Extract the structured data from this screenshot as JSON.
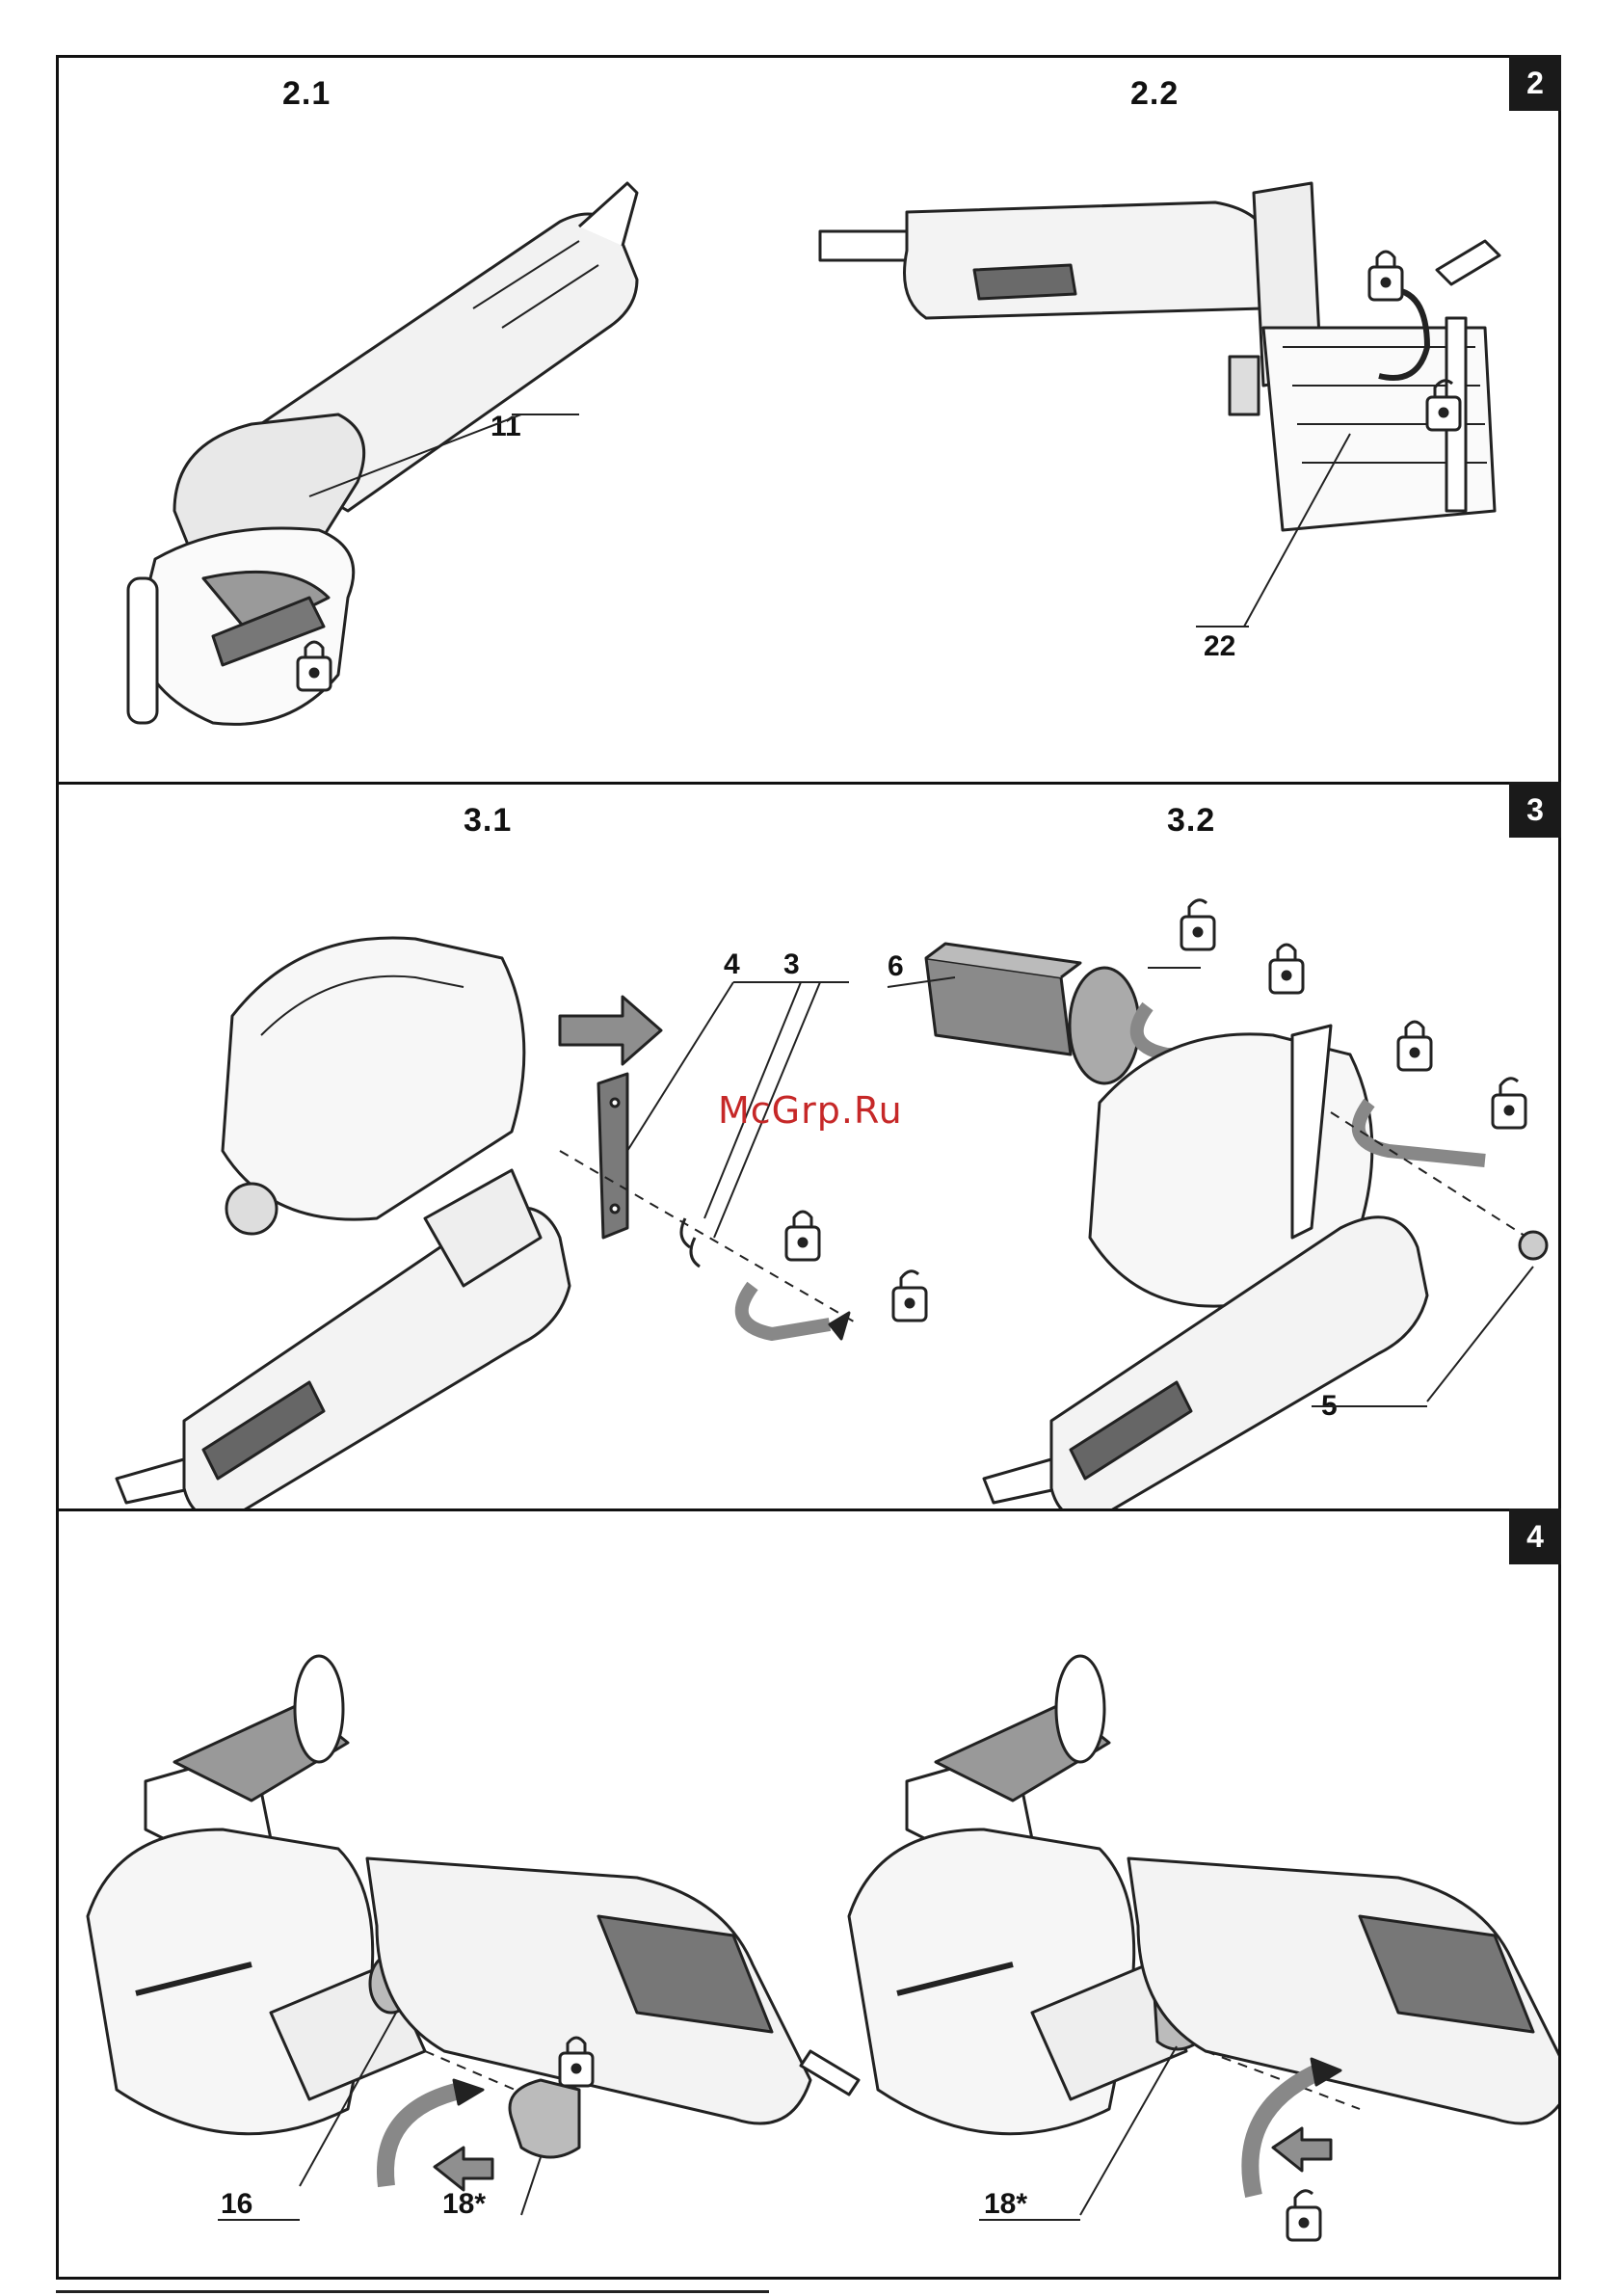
{
  "sections": [
    {
      "badge": "2",
      "subs": [
        "2.1",
        "2.2"
      ],
      "callouts": [
        "11",
        "22"
      ]
    },
    {
      "badge": "3",
      "subs": [
        "3.1",
        "3.2"
      ],
      "callouts": [
        "4",
        "3",
        "6",
        "5"
      ]
    },
    {
      "badge": "4",
      "callouts": [
        "16",
        "18*",
        "18*"
      ]
    }
  ],
  "watermark": "McGrp.Ru",
  "icons": [
    "lock-closed-icon",
    "lock-open-icon",
    "wrench-icon",
    "arrow-icon",
    "rotate-arrow-icon"
  ]
}
